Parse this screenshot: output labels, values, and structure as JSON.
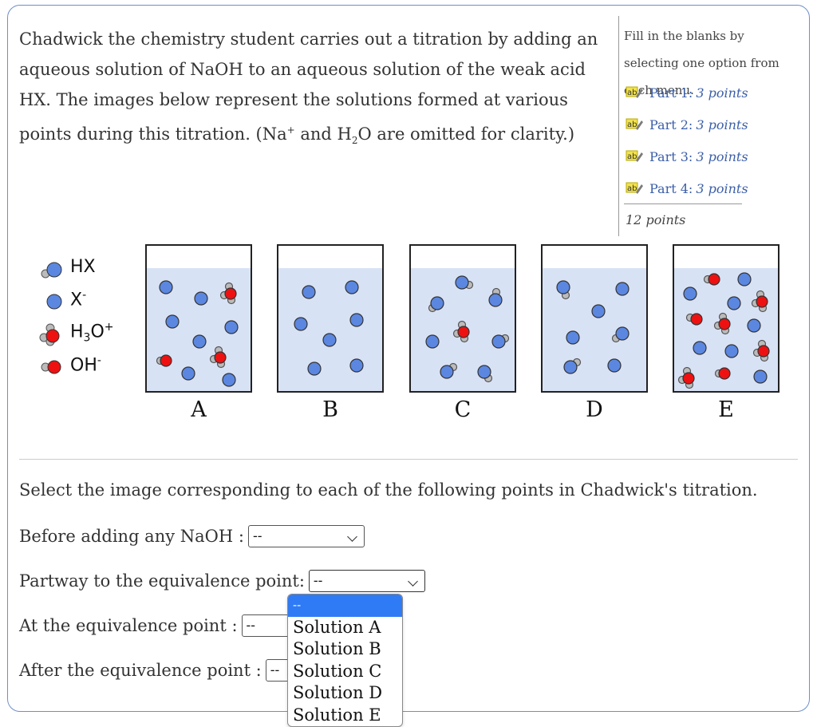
{
  "intro": {
    "line1": "Chadwick the chemistry student carries out a titration by adding an aqueous solution of NaOH to an aqueous solution of the weak acid HX. The images below represent the solutions formed at various points during this titration. (Na",
    "sup1": "+",
    "mid": " and H",
    "sub1": "2",
    "end": "O are omitted for clarity.)"
  },
  "sidebar": {
    "instructions": "Fill in the blanks by selecting one option from each menu.",
    "parts": [
      {
        "label": "Part 1:",
        "points": "3 points"
      },
      {
        "label": "Part 2:",
        "points": "3 points"
      },
      {
        "label": "Part 3:",
        "points": "3 points"
      },
      {
        "label": "Part 4:",
        "points": "3 points"
      }
    ],
    "total": "12 points"
  },
  "legend": [
    {
      "label": "HX"
    },
    {
      "label": "X",
      "sup": "-"
    },
    {
      "label": "H",
      "sub": "3",
      "rest": "O",
      "sup": "+"
    },
    {
      "label": "OH",
      "sup": "-"
    }
  ],
  "beakers": [
    "A",
    "B",
    "C",
    "D",
    "E"
  ],
  "question": {
    "prompt": "Select the image corresponding to each of the following points in Chadwick's titration.",
    "rows": [
      {
        "label": "Before adding any NaOH :",
        "value": "--"
      },
      {
        "label": "Partway to the equivalence point:",
        "value": "--"
      },
      {
        "label": "At the equivalence point :",
        "value": "--"
      },
      {
        "label": "After the equivalence point :",
        "value": "--"
      }
    ]
  },
  "dropdown_options": [
    "--",
    "Solution A",
    "Solution B",
    "Solution C",
    "Solution D",
    "Solution E"
  ],
  "colors": {
    "hx_blue": "#5b87e0",
    "x_blue": "#5b87e0",
    "h_gray": "#bbbbbb",
    "o_red": "#ee1111",
    "liquid": "#d8e2f5",
    "frame": "#6f8fc9",
    "highlight": "#2f7bf5"
  }
}
